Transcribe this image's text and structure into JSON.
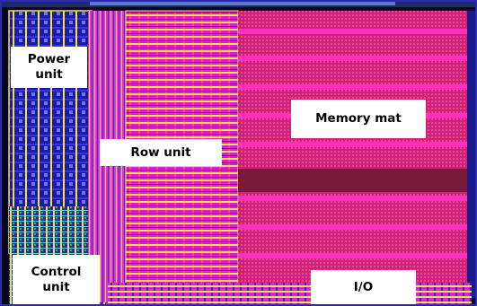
{
  "labels": {
    "power_unit": "Power\nunit",
    "row_unit": "Row unit",
    "memory_mat": "Memory mat",
    "control_unit": "Control\nunit",
    "io": "I/O"
  },
  "colors": {
    "magenta": "#e020e0",
    "pink": "#f070f0",
    "hot_pink": "#ff3cc8",
    "dark_red": "#7a1a3a",
    "navy": "#1a1a8a",
    "blue": "#2828c8",
    "yellow": "#ffe040",
    "cyan": "#40d0ff",
    "green": "#30c040",
    "background": "#07071c"
  }
}
